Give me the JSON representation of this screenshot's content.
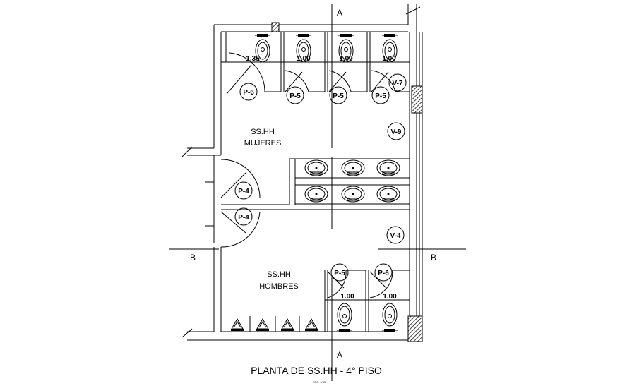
{
  "title": "PLANTA DE SS.HH - 4° PISO",
  "scale": "ESC: 1/50",
  "rooms": [
    {
      "line1": "SS.HH",
      "line2": "MUJERES"
    },
    {
      "line1": "SS.HH",
      "line2": "HOMBRES"
    }
  ],
  "axes": {
    "a_top": "A",
    "a_bottom": "A",
    "b_left": "B",
    "b_right": "B"
  },
  "door_tags": [
    "P-6",
    "P-5",
    "P-5",
    "P-5",
    "P-4",
    "P-4",
    "P-5",
    "P-6"
  ],
  "window_tags": [
    "V-7",
    "V-9",
    "V-4"
  ],
  "dimensions": [
    "1.35",
    "1.00",
    "1.00",
    "1.00",
    "1.00",
    "1.00"
  ]
}
